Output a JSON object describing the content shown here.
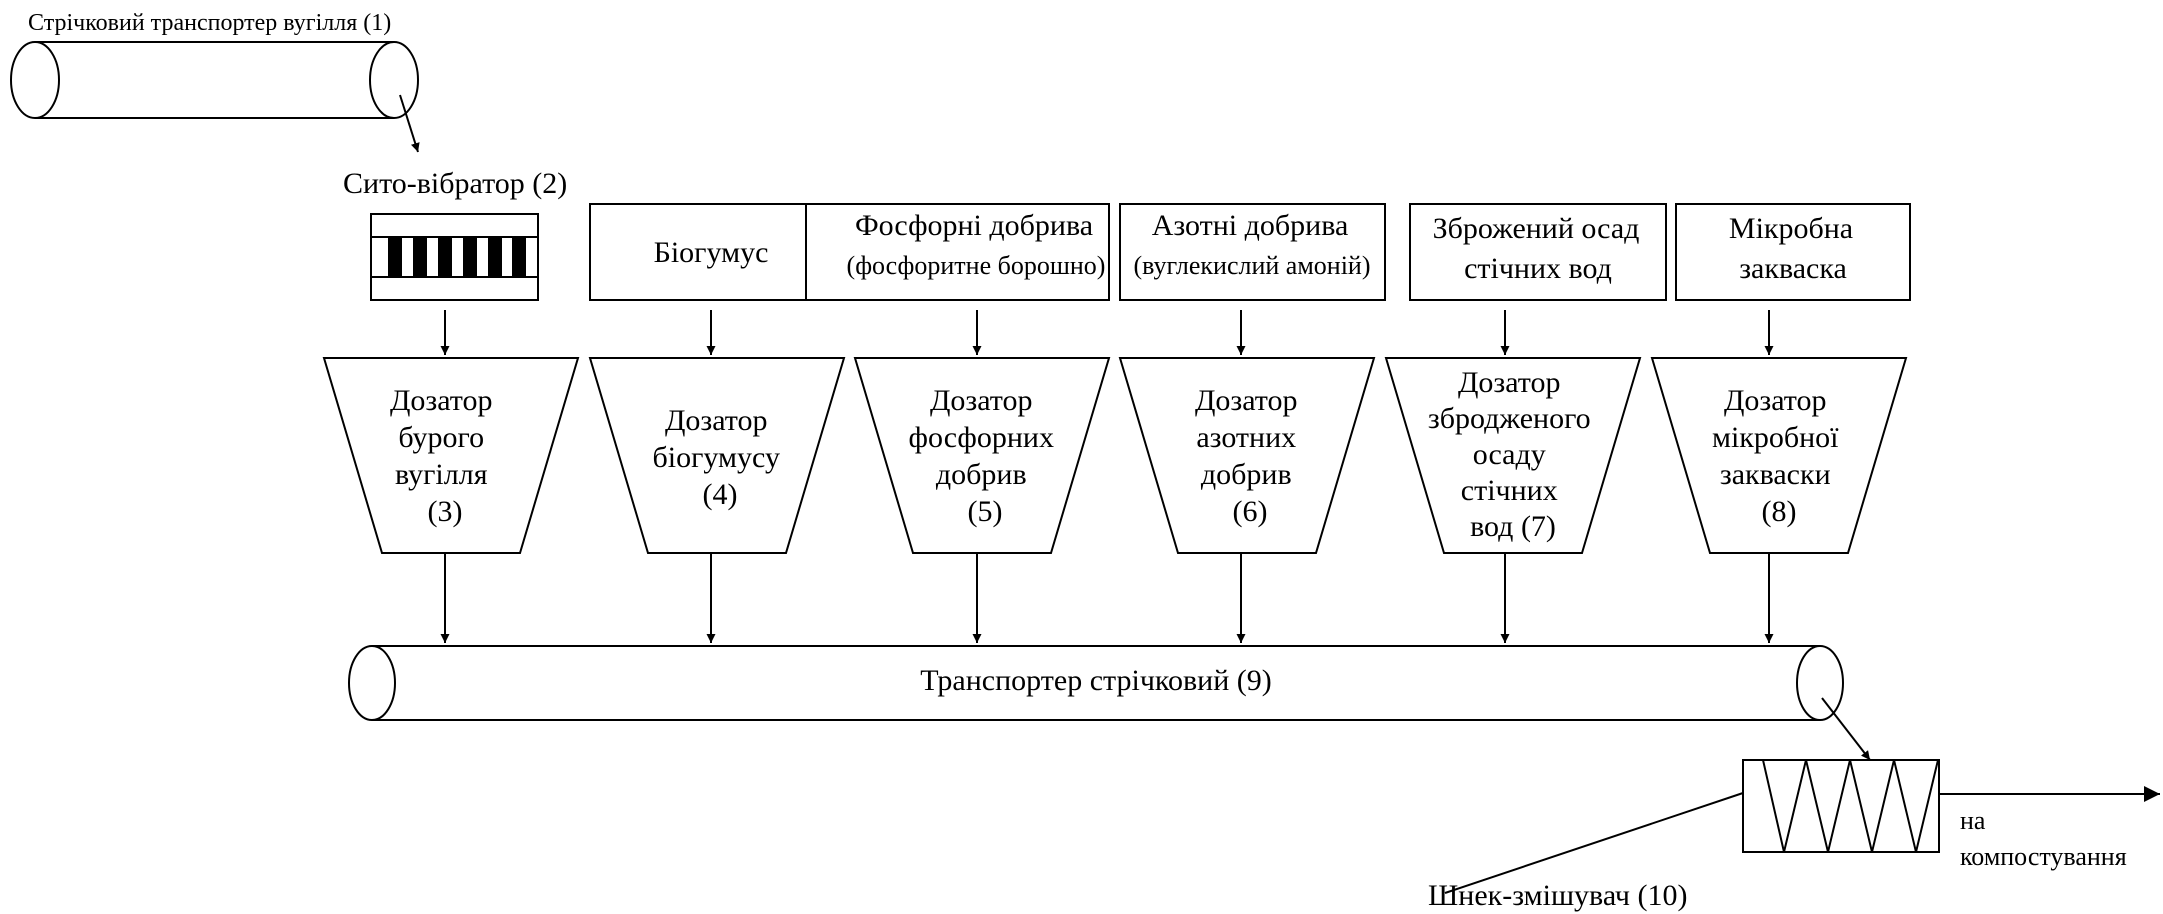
{
  "conveyor_1": "Стрічковий транспортер вугілля (1)",
  "sieve": "Сито-вібратор (2)",
  "sources": [
    {
      "lines": [
        "Біогумус"
      ]
    },
    {
      "lines": [
        "Фосфорні добрива",
        "(фосфоритне борошно)"
      ]
    },
    {
      "lines": [
        "Азотні добрива",
        "(вуглекислий амоній)"
      ]
    },
    {
      "lines": [
        "Зброжений осад",
        "стічних вод"
      ]
    },
    {
      "lines": [
        "Мікробна",
        "закваска"
      ]
    }
  ],
  "dosers": [
    {
      "lines": [
        "Дозатор",
        "бурого",
        "вугілля",
        "(3)"
      ]
    },
    {
      "lines": [
        "Дозатор",
        "біогумусу",
        "(4)"
      ]
    },
    {
      "lines": [
        "Дозатор",
        "фосфорних",
        "добрив",
        "(5)"
      ]
    },
    {
      "lines": [
        "Дозатор",
        "азотних",
        "добрив",
        "(6)"
      ]
    },
    {
      "lines": [
        "Дозатор",
        "збродженого",
        "осаду",
        "стічних",
        "вод (7)"
      ]
    },
    {
      "lines": [
        "Дозатор",
        "мікробної",
        "закваски",
        "(8)"
      ]
    }
  ],
  "conveyor_9": "Транспортер стрічковий (9)",
  "mixer": "Шнек-змішувач (10)",
  "output": [
    "на",
    "компостування"
  ]
}
